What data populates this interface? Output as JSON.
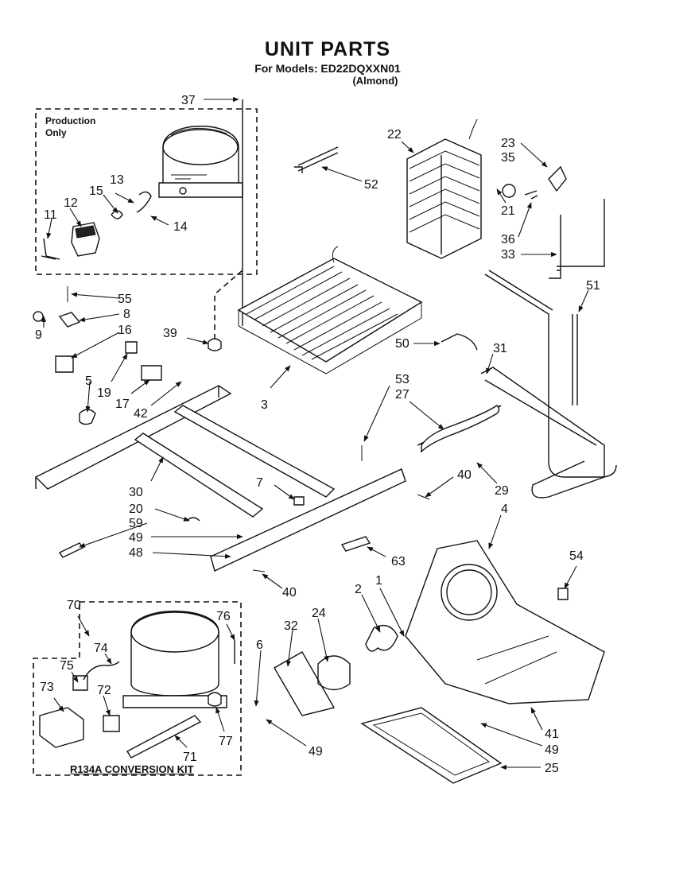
{
  "header": {
    "title": "UNIT PARTS",
    "models": "For Models: ED22DQXXN01",
    "color": "(Almond)"
  },
  "production_box": {
    "label_line1": "Production",
    "label_line2": "Only"
  },
  "conversion_kit": {
    "label": "R134A CONVERSION KIT"
  },
  "callouts": [
    "1",
    "2",
    "3",
    "4",
    "5",
    "6",
    "7",
    "8",
    "9",
    "11",
    "12",
    "13",
    "14",
    "15",
    "16",
    "17",
    "19",
    "20",
    "21",
    "22",
    "23",
    "24",
    "25",
    "27",
    "29",
    "30",
    "31",
    "32",
    "33",
    "35",
    "36",
    "37",
    "39",
    "40",
    "41",
    "42",
    "48",
    "49",
    "50",
    "51",
    "52",
    "53",
    "54",
    "55",
    "59",
    "63",
    "70",
    "71",
    "72",
    "74",
    "75",
    "73",
    "76",
    "77"
  ]
}
